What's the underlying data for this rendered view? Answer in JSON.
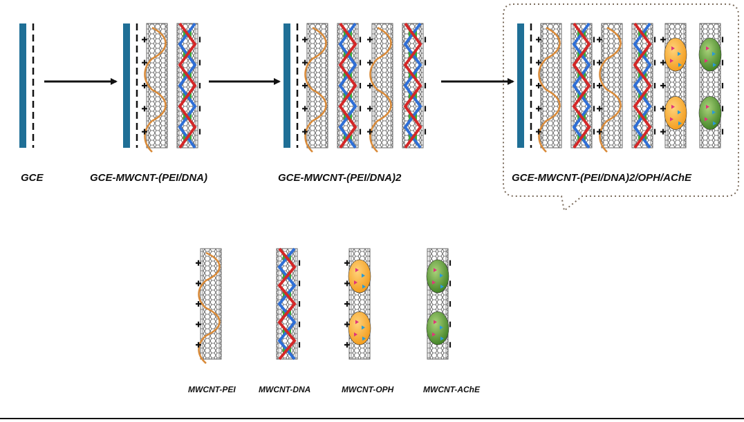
{
  "steps": [
    {
      "label": "GCE"
    },
    {
      "label": "GCE-MWCNT-(PEI/DNA)"
    },
    {
      "label": "GCE-MWCNT-(PEI/DNA)2"
    },
    {
      "label": "GCE-MWCNT-(PEI/DNA)2/OPH/AChE"
    }
  ],
  "legend": [
    {
      "label": "MWCNT-PEI"
    },
    {
      "label": "MWCNT-DNA"
    },
    {
      "label": "MWCNT-OPH"
    },
    {
      "label": "MWCNT-AChE"
    }
  ],
  "colors": {
    "electrode": "#1f6f96",
    "pei": "#d98b3a",
    "dna_red": "#d42828",
    "dna_blue": "#2f6fd6",
    "dna_green": "#3aaa3a",
    "oph": "#f5a623",
    "ache": "#4f9a2f",
    "arrow": "#111111",
    "callout": "#7a6a5a"
  }
}
